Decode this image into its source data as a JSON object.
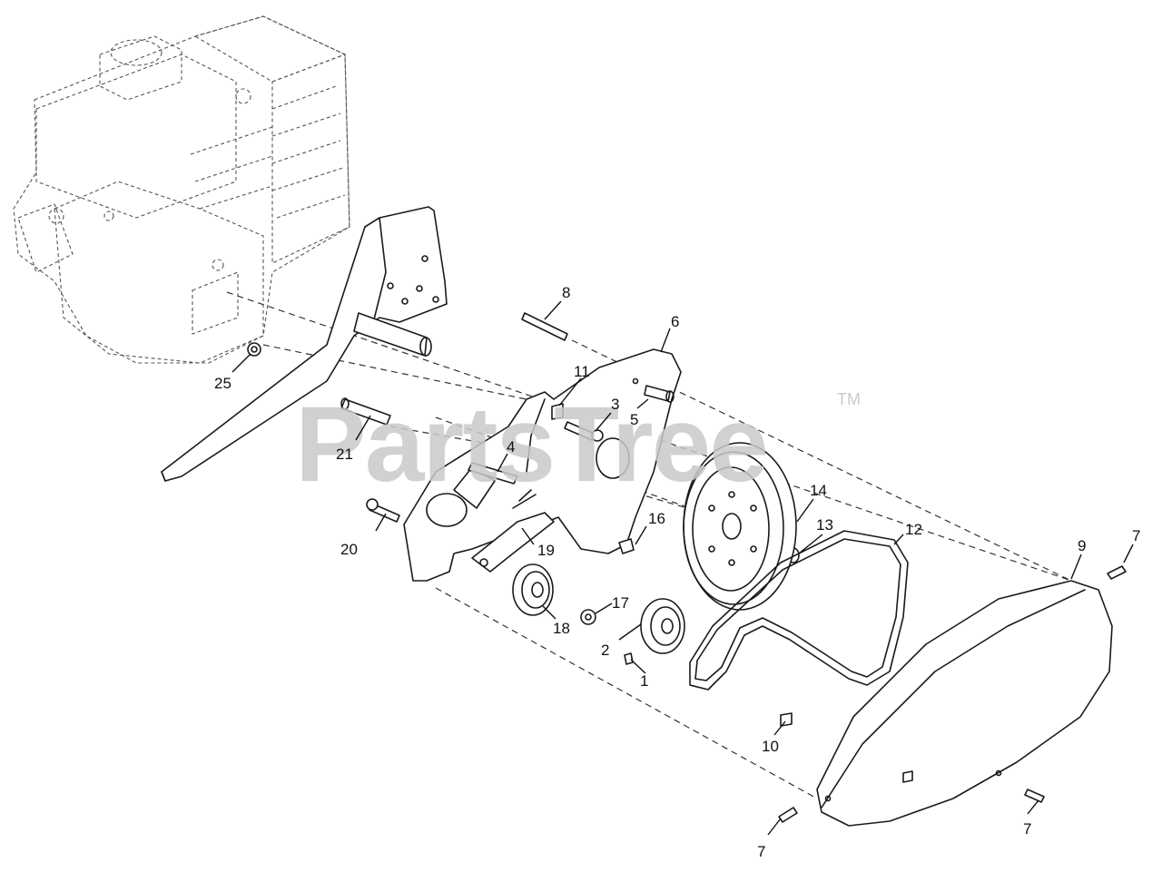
{
  "watermark": {
    "text": "PartsTree",
    "trademark": "TM",
    "color": "#c9c9c9"
  },
  "callouts": {
    "c1": "1",
    "c2": "2",
    "c3": "3",
    "c4": "4",
    "c5": "5",
    "c6": "6",
    "c7a": "7",
    "c7b": "7",
    "c7c": "7",
    "c8": "8",
    "c9": "9",
    "c10": "10",
    "c11": "11",
    "c12": "12",
    "c13": "13",
    "c14": "14",
    "c16": "16",
    "c17": "17",
    "c18": "18",
    "c19": "19",
    "c20": "20",
    "c21": "21",
    "c25": "25"
  }
}
